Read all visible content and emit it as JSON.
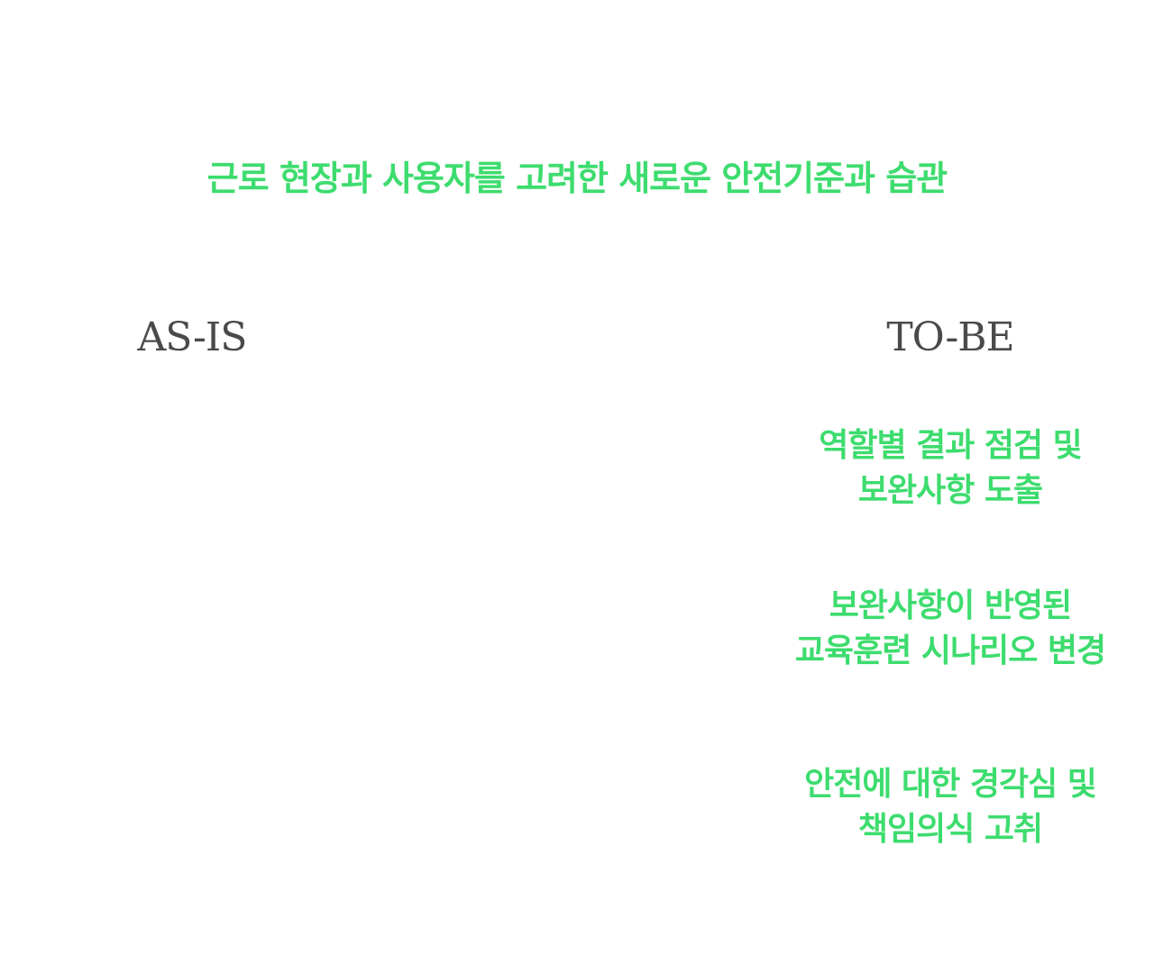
{
  "headline": "근로 현장과 사용자를 고려한 새로운 안전기준과 습관",
  "columns": {
    "as_is": {
      "title": "AS-IS"
    },
    "to_be": {
      "title": "TO-BE",
      "items": [
        {
          "line1": "역할별 결과 점검 및",
          "line2": "보완사항 도출"
        },
        {
          "line1": "보완사항이 반영된",
          "line2": "교육훈련 시나리오 변경"
        },
        {
          "line1": "안전에 대한 경각심 및",
          "line2": "책임의식 고취"
        }
      ]
    }
  },
  "colors": {
    "accent_green": "#3ddc6e",
    "heading_gray": "#4a4a4a",
    "background": "#ffffff"
  }
}
